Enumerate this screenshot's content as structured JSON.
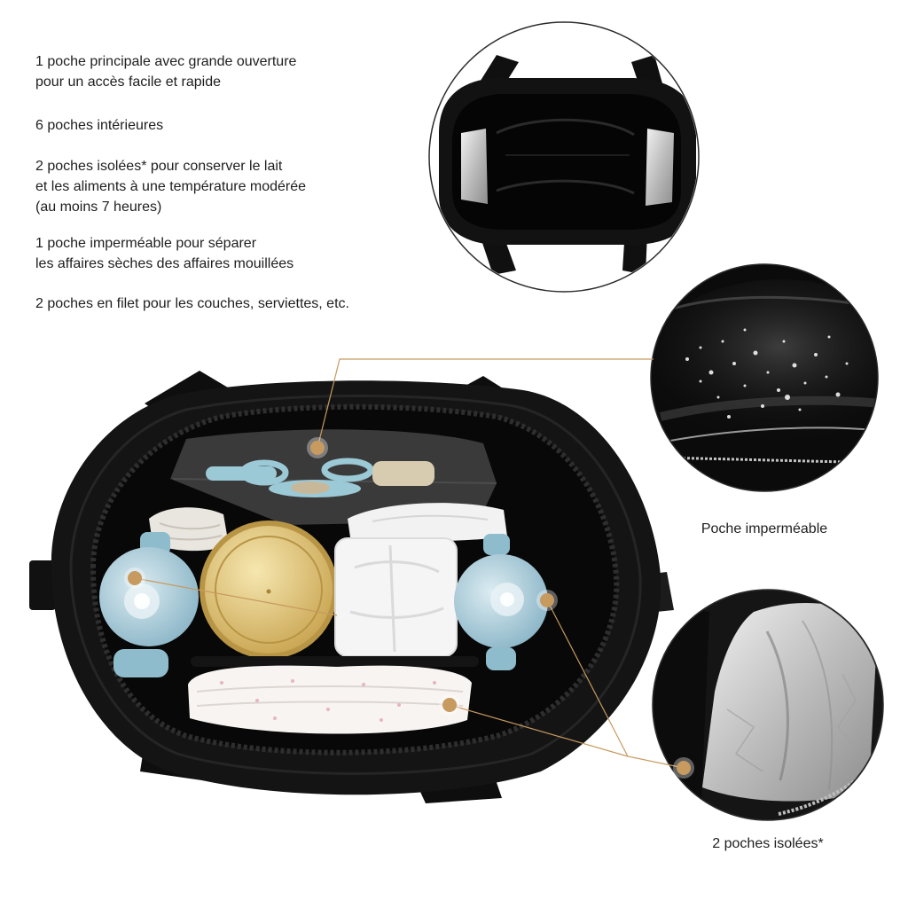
{
  "features": [
    {
      "lines": [
        "1 poche principale avec grande ouverture",
        "pour un accès facile et rapide"
      ]
    },
    {
      "lines": [
        "6 poches intérieures"
      ]
    },
    {
      "lines": [
        "2 poches isolées* pour conserver le lait",
        "et les aliments à une température modérée",
        "(au moins 7 heures)"
      ]
    },
    {
      "lines": [
        "1 poche imperméable pour séparer",
        "les affaires sèches des affaires mouillées"
      ]
    },
    {
      "lines": [
        "2 poches en filet pour les couches, serviettes, etc."
      ]
    }
  ],
  "callouts": {
    "waterproof_label": "Poche imperméable",
    "insulated_label": "2 poches isolées*"
  },
  "colors": {
    "background": "#ffffff",
    "text": "#1e1e1e",
    "accent": "#c79a5f",
    "bag": "#111111",
    "bottle": "#9cc4d4",
    "tin": "#d9bf6e"
  }
}
